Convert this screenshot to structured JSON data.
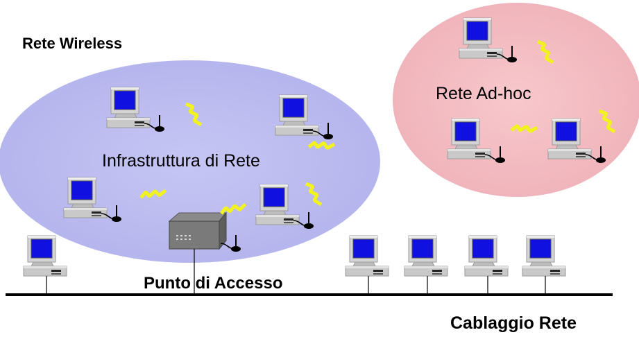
{
  "labels": {
    "wireless_network": "Rete Wireless",
    "infrastructure": "Infrastruttura di Rete",
    "adhoc": "Rete Ad-hoc",
    "access_point": "Punto di Accesso",
    "wired_network": "Cablaggio Rete"
  },
  "colors": {
    "infrastructure_zone": "#b9b9f0",
    "adhoc_zone": "#f3b9bf",
    "screen": "#1010e0",
    "computer_body": "#c9c9c9",
    "signal": "#f2f21e",
    "cable": "#000000"
  },
  "icons": {
    "computer": "desktop-computer-icon",
    "antenna": "antenna-icon",
    "signal": "wireless-signal-icon",
    "access_point": "access-point-device-icon"
  }
}
